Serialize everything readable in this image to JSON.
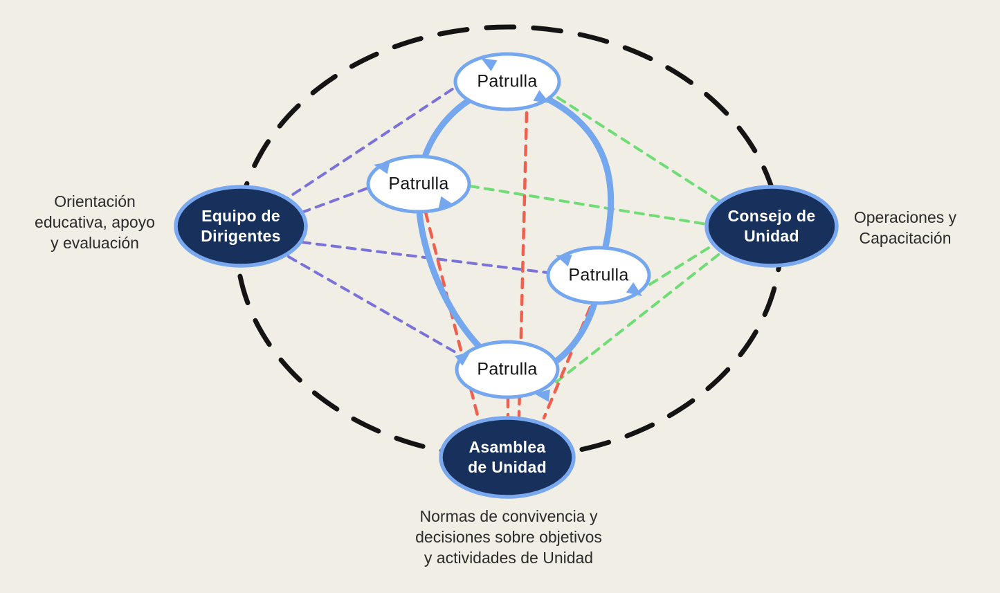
{
  "diagram": {
    "description_colors": {
      "background": "#f1eee5",
      "navy_node_fill": "#17305c",
      "node_border_blue": "#79a8ee",
      "patrol_cycle_blue": "#75a7ef",
      "boundary_dash_black": "#141414",
      "equipo_link_purple": "#7a72d8",
      "consejo_link_green": "#6fdc76",
      "asamblea_link_red": "#f0604f",
      "patrol_fill": "#ffffff",
      "text_dark": "#2b2b2b",
      "text_light": "#ffffff"
    },
    "nodes": {
      "patrols": [
        {
          "label": "Patrulla"
        },
        {
          "label": "Patrulla"
        },
        {
          "label": "Patrulla"
        },
        {
          "label": "Patrulla"
        }
      ],
      "equipo": {
        "label": "Equipo de Dirigentes",
        "lines": [
          "Equipo de",
          "Dirigentes"
        ]
      },
      "consejo": {
        "label": "Consejo de Unidad",
        "lines": [
          "Consejo de",
          "Unidad"
        ]
      },
      "asamblea": {
        "label": "Asamblea de Unidad",
        "lines": [
          "Asamblea",
          "de Unidad"
        ]
      }
    },
    "annotations": {
      "equipo_role": {
        "lines": [
          "Orientación",
          "educativa, apoyo",
          "y evaluación"
        ]
      },
      "consejo_role": {
        "lines": [
          "Operaciones y",
          "Capacitación"
        ]
      },
      "asamblea_role": {
        "lines": [
          "Normas de convivencia y",
          "decisiones sobre objetivos",
          "y actividades de Unidad"
        ]
      }
    }
  }
}
